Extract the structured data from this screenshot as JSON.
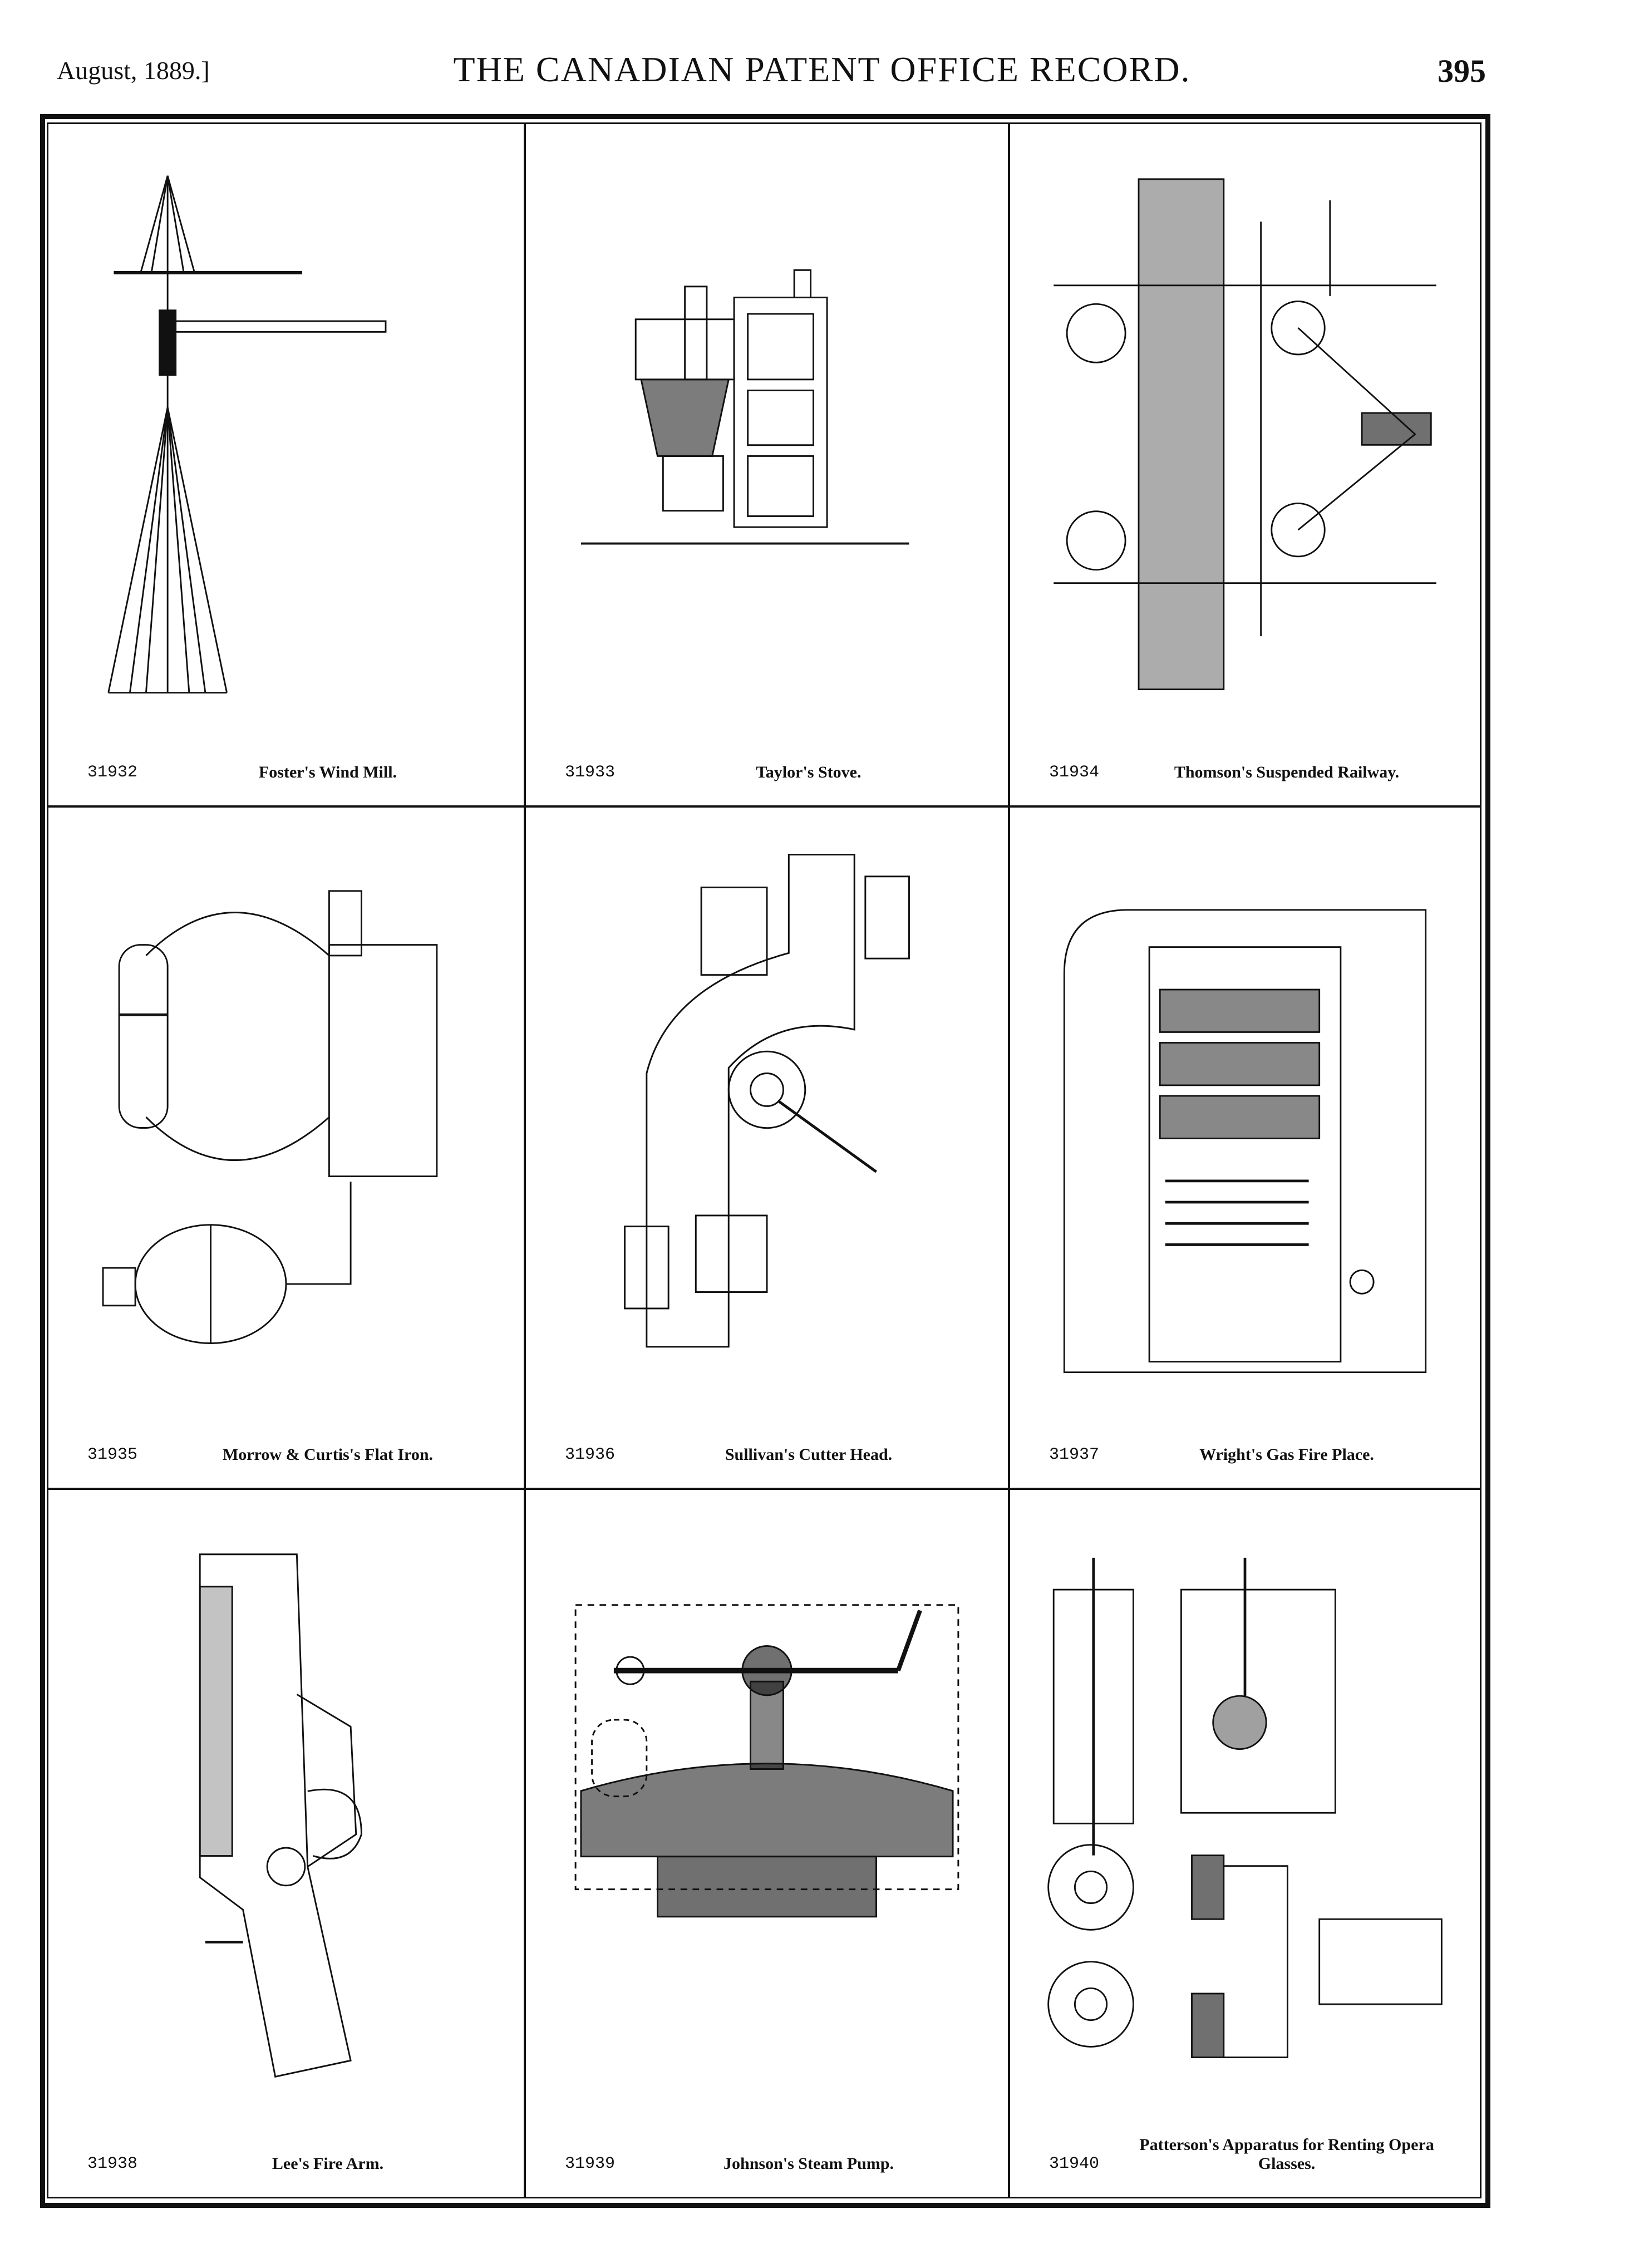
{
  "header": {
    "date": "August, 1889.]",
    "title": "THE CANADIAN PATENT OFFICE RECORD.",
    "page_number": "395"
  },
  "figures": [
    {
      "number": "31932",
      "title": "Foster's Wind Mill.",
      "icon": "windmill-drawing"
    },
    {
      "number": "31933",
      "title": "Taylor's Stove.",
      "icon": "stove-drawing"
    },
    {
      "number": "31934",
      "title": "Thomson's Suspended Railway.",
      "icon": "railway-drawing"
    },
    {
      "number": "31935",
      "title": "Morrow & Curtis's Flat Iron.",
      "icon": "flat-iron-drawing"
    },
    {
      "number": "31936",
      "title": "Sullivan's Cutter Head.",
      "icon": "cutter-head-drawing"
    },
    {
      "number": "31937",
      "title": "Wright's Gas Fire Place.",
      "icon": "fireplace-drawing"
    },
    {
      "number": "31938",
      "title": "Lee's Fire Arm.",
      "icon": "firearm-drawing"
    },
    {
      "number": "31939",
      "title": "Johnson's Steam Pump.",
      "icon": "steam-pump-drawing"
    },
    {
      "number": "31940",
      "title": "Patterson's Apparatus for Renting Opera Glasses.",
      "icon": "opera-glasses-drawing"
    }
  ]
}
